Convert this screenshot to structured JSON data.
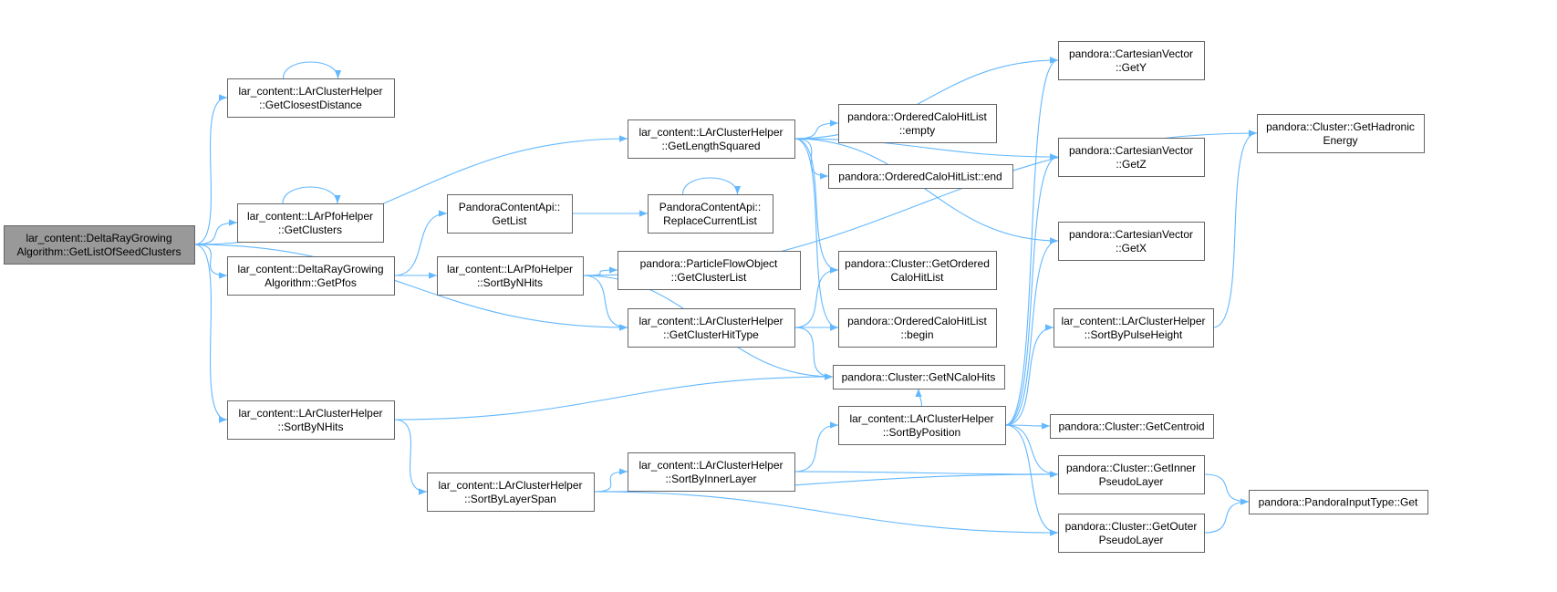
{
  "graph": {
    "edge_color": "#63b8ff",
    "root_fill": "#999999",
    "node_fill": "#ffffff",
    "node_border": "#666666",
    "nodes": [
      {
        "id": "root",
        "lines": [
          "lar_content::DeltaRayGrowing",
          "Algorithm::GetListOfSeedClusters"
        ]
      },
      {
        "id": "closestDist",
        "lines": [
          "lar_content::LArClusterHelper",
          "::GetClosestDistance"
        ]
      },
      {
        "id": "pfoGetClusters",
        "lines": [
          "lar_content::LArPfoHelper",
          "::GetClusters"
        ]
      },
      {
        "id": "getPfos",
        "lines": [
          "lar_content::DeltaRayGrowing",
          "Algorithm::GetPfos"
        ]
      },
      {
        "id": "sortByNHitsCl",
        "lines": [
          "lar_content::LArClusterHelper",
          "::SortByNHits"
        ]
      },
      {
        "id": "getList",
        "lines": [
          "PandoraContentApi::",
          "GetList"
        ]
      },
      {
        "id": "pfoSortByNHits",
        "lines": [
          "lar_content::LArPfoHelper",
          "::SortByNHits"
        ]
      },
      {
        "id": "sortByLayerSpan",
        "lines": [
          "lar_content::LArClusterHelper",
          "::SortByLayerSpan"
        ]
      },
      {
        "id": "replaceCurrentList",
        "lines": [
          "PandoraContentApi::",
          "ReplaceCurrentList"
        ]
      },
      {
        "id": "getLengthSquared",
        "lines": [
          "lar_content::LArClusterHelper",
          "::GetLengthSquared"
        ]
      },
      {
        "id": "pfoGetClusterList",
        "lines": [
          "pandora::ParticleFlowObject",
          "::GetClusterList"
        ]
      },
      {
        "id": "getClusterHitType",
        "lines": [
          "lar_content::LArClusterHelper",
          "::GetClusterHitType"
        ]
      },
      {
        "id": "sortByInnerLayer",
        "lines": [
          "lar_content::LArClusterHelper",
          "::SortByInnerLayer"
        ]
      },
      {
        "id": "ochlEmpty",
        "lines": [
          "pandora::OrderedCaloHitList",
          "::empty"
        ]
      },
      {
        "id": "ochlEnd",
        "lines": [
          "pandora::OrderedCaloHitList::end"
        ]
      },
      {
        "id": "getOrderedCaloHitList",
        "lines": [
          "pandora::Cluster::GetOrdered",
          "CaloHitList"
        ]
      },
      {
        "id": "ochlBegin",
        "lines": [
          "pandora::OrderedCaloHitList",
          "::begin"
        ]
      },
      {
        "id": "getNCaloHits",
        "lines": [
          "pandora::Cluster::GetNCaloHits"
        ]
      },
      {
        "id": "sortByPosition",
        "lines": [
          "lar_content::LArClusterHelper",
          "::SortByPosition"
        ]
      },
      {
        "id": "cvGetY",
        "lines": [
          "pandora::CartesianVector",
          "::GetY"
        ]
      },
      {
        "id": "cvGetZ",
        "lines": [
          "pandora::CartesianVector",
          "::GetZ"
        ]
      },
      {
        "id": "cvGetX",
        "lines": [
          "pandora::CartesianVector",
          "::GetX"
        ]
      },
      {
        "id": "sortByPulseHeight",
        "lines": [
          "lar_content::LArClusterHelper",
          "::SortByPulseHeight"
        ]
      },
      {
        "id": "getCentroid",
        "lines": [
          "pandora::Cluster::GetCentroid"
        ]
      },
      {
        "id": "getInnerPseudoLayer",
        "lines": [
          "pandora::Cluster::GetInner",
          "PseudoLayer"
        ]
      },
      {
        "id": "getOuterPseudoLayer",
        "lines": [
          "pandora::Cluster::GetOuter",
          "PseudoLayer"
        ]
      },
      {
        "id": "getHadronicEnergy",
        "lines": [
          "pandora::Cluster::GetHadronic",
          "Energy"
        ]
      },
      {
        "id": "pandoraInputTypeGet",
        "lines": [
          "pandora::PandoraInputType::Get"
        ]
      }
    ],
    "edges": [
      [
        "root",
        "closestDist"
      ],
      [
        "root",
        "pfoGetClusters"
      ],
      [
        "root",
        "getPfos"
      ],
      [
        "root",
        "sortByNHitsCl"
      ],
      [
        "root",
        "getLengthSquared"
      ],
      [
        "root",
        "getClusterHitType"
      ],
      [
        "closestDist",
        "closestDist"
      ],
      [
        "pfoGetClusters",
        "pfoGetClusters"
      ],
      [
        "getPfos",
        "getList"
      ],
      [
        "getPfos",
        "pfoSortByNHits"
      ],
      [
        "getList",
        "replaceCurrentList"
      ],
      [
        "replaceCurrentList",
        "replaceCurrentList"
      ],
      [
        "pfoSortByNHits",
        "pfoGetClusterList"
      ],
      [
        "pfoSortByNHits",
        "getClusterHitType"
      ],
      [
        "pfoSortByNHits",
        "getNCaloHits"
      ],
      [
        "pfoSortByNHits",
        "getHadronicEnergy"
      ],
      [
        "getLengthSquared",
        "ochlEmpty"
      ],
      [
        "getLengthSquared",
        "ochlEnd"
      ],
      [
        "getLengthSquared",
        "getOrderedCaloHitList"
      ],
      [
        "getLengthSquared",
        "ochlBegin"
      ],
      [
        "getLengthSquared",
        "cvGetY"
      ],
      [
        "getLengthSquared",
        "cvGetZ"
      ],
      [
        "getLengthSquared",
        "cvGetX"
      ],
      [
        "getClusterHitType",
        "getOrderedCaloHitList"
      ],
      [
        "getClusterHitType",
        "ochlBegin"
      ],
      [
        "getClusterHitType",
        "getNCaloHits"
      ],
      [
        "sortByNHitsCl",
        "getNCaloHits"
      ],
      [
        "sortByNHitsCl",
        "sortByLayerSpan"
      ],
      [
        "sortByLayerSpan",
        "sortByInnerLayer"
      ],
      [
        "sortByLayerSpan",
        "getInnerPseudoLayer"
      ],
      [
        "sortByLayerSpan",
        "getOuterPseudoLayer"
      ],
      [
        "sortByInnerLayer",
        "sortByPosition"
      ],
      [
        "sortByInnerLayer",
        "getInnerPseudoLayer"
      ],
      [
        "sortByPosition",
        "getNCaloHits"
      ],
      [
        "sortByPosition",
        "cvGetY"
      ],
      [
        "sortByPosition",
        "cvGetZ"
      ],
      [
        "sortByPosition",
        "cvGetX"
      ],
      [
        "sortByPosition",
        "sortByPulseHeight"
      ],
      [
        "sortByPosition",
        "getCentroid"
      ],
      [
        "sortByPosition",
        "getInnerPseudoLayer"
      ],
      [
        "sortByPosition",
        "getOuterPseudoLayer"
      ],
      [
        "sortByPulseHeight",
        "getHadronicEnergy"
      ],
      [
        "getInnerPseudoLayer",
        "pandoraInputTypeGet"
      ],
      [
        "getOuterPseudoLayer",
        "pandoraInputTypeGet"
      ]
    ]
  }
}
